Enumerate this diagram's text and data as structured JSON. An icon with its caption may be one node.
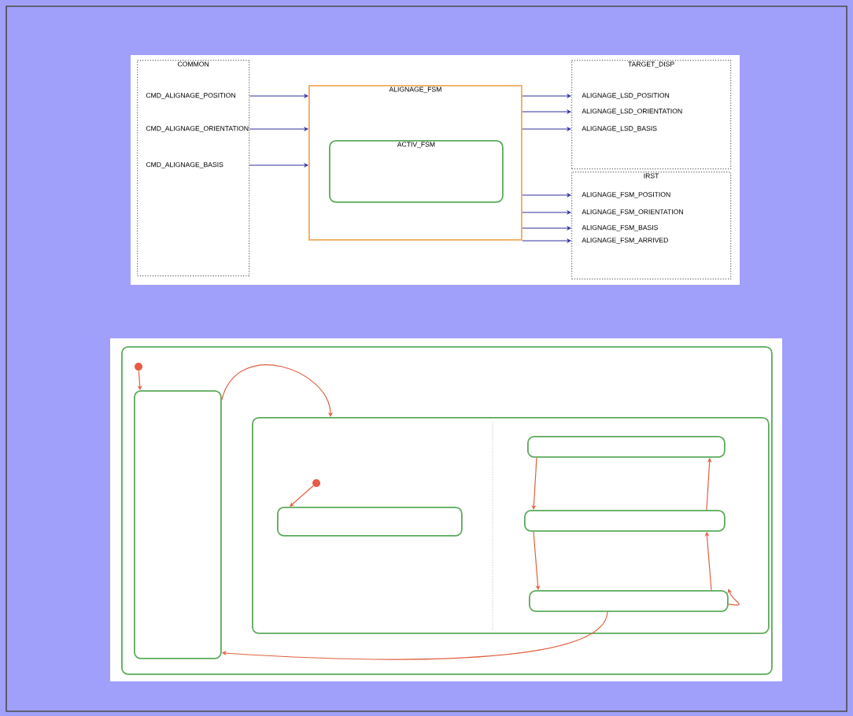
{
  "diagram": {
    "nodes": [
      {
        "text": [
          "COMMON"
        ]
      },
      {
        "text": [
          "CMD_ALIGNAGE_POSITION"
        ],
        "in": 0
      },
      {
        "text": [
          "CMD_ALIGNAGE_ORIENTATION"
        ],
        "in": 0
      },
      {
        "text": [
          "CMD_ALIGNAGE_BASIS"
        ],
        "in": 0
      },
      {
        "text": [
          "ALIGNAGE_FSM"
        ]
      },
      {
        "text": [
          "ACTIV_FSM"
        ],
        "in": 4
      },
      {
        "text": [
          "TARGET_DISP"
        ]
      },
      {
        "text": [
          "ALIGNAGE_LSD_POSITION"
        ],
        "in": 6
      },
      {
        "text": [
          "ALIGNAGE_LSD_ORIENTATION"
        ],
        "in": 6
      },
      {
        "text": [
          "ALIGNAGE_LSD_BASIS"
        ],
        "in": 6
      },
      {
        "text": [
          "IRST"
        ]
      },
      {
        "text": [
          "ALIGNAGE_FSM_POSITION"
        ],
        "in": 10
      },
      {
        "text": [
          "ALIGNAGE_FSM_ORIENTATION"
        ],
        "in": 10
      },
      {
        "text": [
          "ALIGNAGE_FSM_BASIS"
        ],
        "in": 10
      },
      {
        "text": [
          "ALIGNAGE_FSM_ARRIVED"
        ],
        "in": 10
      },
      {
        "text": [],
        "shape": "box"
      },
      {
        "text": [],
        "shape": "circle",
        "in": 15
      },
      {
        "text": [],
        "shape": "box",
        "in": 15
      },
      {
        "text": [],
        "shape": "box",
        "in": 15
      },
      {
        "text": [],
        "shape": "circle",
        "in": 18
      },
      {
        "text": [],
        "shape": "box",
        "in": 18
      },
      {
        "text": [],
        "shape": "box",
        "in": 18
      },
      {
        "text": [],
        "shape": "box",
        "in": 18
      },
      {
        "text": [],
        "shape": "box",
        "in": 18
      }
    ],
    "edges": [
      {
        "from": 1,
        "to": 4,
        "arrow": "to"
      },
      {
        "from": 2,
        "to": 4,
        "arrow": "to"
      },
      {
        "from": 3,
        "to": 4,
        "arrow": "to"
      },
      {
        "from": 4,
        "to": 7,
        "arrow": "to"
      },
      {
        "from": 4,
        "to": 8,
        "arrow": "to"
      },
      {
        "from": 4,
        "to": 9,
        "arrow": "to"
      },
      {
        "from": 4,
        "to": 11,
        "arrow": "to"
      },
      {
        "from": 4,
        "to": 12,
        "arrow": "to"
      },
      {
        "from": 4,
        "to": 13,
        "arrow": "to"
      },
      {
        "from": 4,
        "to": 14,
        "arrow": "to"
      },
      {
        "from": 16,
        "to": 17,
        "arrow": "to",
        "color": "#e06040"
      },
      {
        "from": 17,
        "to": 18,
        "arrow": "to",
        "color": "#e06040"
      },
      {
        "from": 19,
        "to": 20,
        "arrow": "to",
        "color": "#e06040"
      },
      {
        "from": 21,
        "to": 22,
        "arrow": "to",
        "color": "#e06040"
      },
      {
        "from": 22,
        "to": 21,
        "arrow": "to",
        "color": "#e06040"
      },
      {
        "from": 22,
        "to": 23,
        "arrow": "to",
        "color": "#e06040"
      },
      {
        "from": 23,
        "to": 22,
        "arrow": "to",
        "color": "#e06040"
      },
      {
        "from": 23,
        "to": 23,
        "arrow": "to",
        "color": "#e06040"
      },
      {
        "from": 23,
        "to": 17,
        "arrow": "to",
        "color": "#e06040"
      }
    ]
  }
}
